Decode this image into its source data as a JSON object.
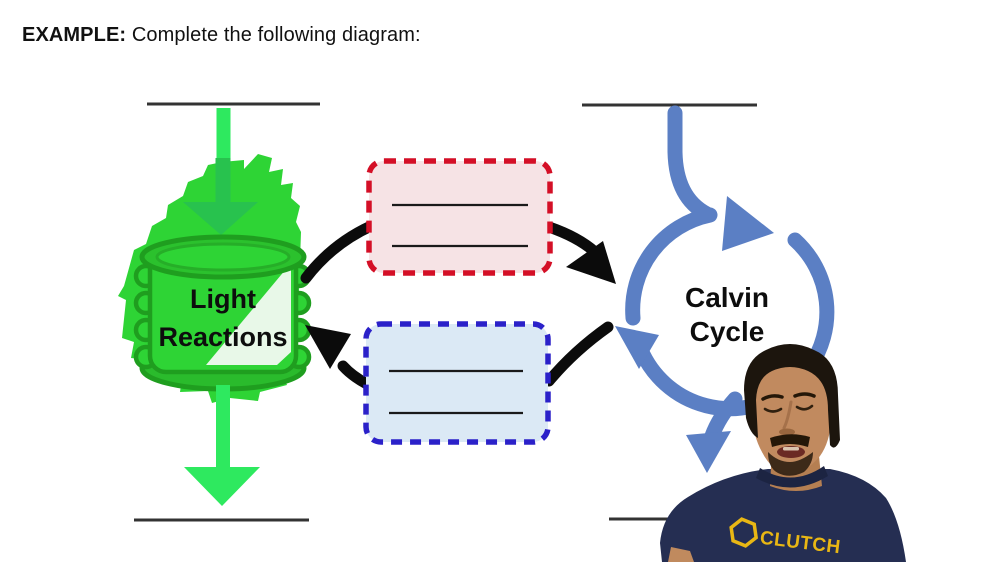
{
  "header": {
    "example_label": "EXAMPLE:",
    "instruction": "Complete the following diagram:"
  },
  "diagram": {
    "left_process": {
      "line1": "Light",
      "line2": "Reactions"
    },
    "right_process": {
      "line1": "Calvin",
      "line2": "Cycle"
    },
    "top_transfer_box": {
      "style": "red-dashed",
      "blank_count": 2,
      "blank_1": "",
      "blank_2": ""
    },
    "bottom_transfer_box": {
      "style": "blue-dashed",
      "blank_count": 2,
      "blank_1": "",
      "blank_2": ""
    },
    "blank_lines": {
      "top_left": "",
      "top_right": "",
      "bottom_left": "",
      "bottom_right": ""
    },
    "colors": {
      "chloroplast_green": "#2ED435",
      "green_outline": "#1F9E1F",
      "green_arrow": "#2EE95F",
      "red_dash": "#D40F26",
      "pink_fill": "#F6E3E5",
      "blue_dash": "#2B21C9",
      "light_blue_fill": "#DBE9F5",
      "cycle_blue": "#5B7FC4",
      "arrow_black": "#0B0B0B"
    }
  },
  "presenter": {
    "shirt_brand": "CLUTCH",
    "shirt_color": "#252E52",
    "brand_color": "#E9B714"
  }
}
